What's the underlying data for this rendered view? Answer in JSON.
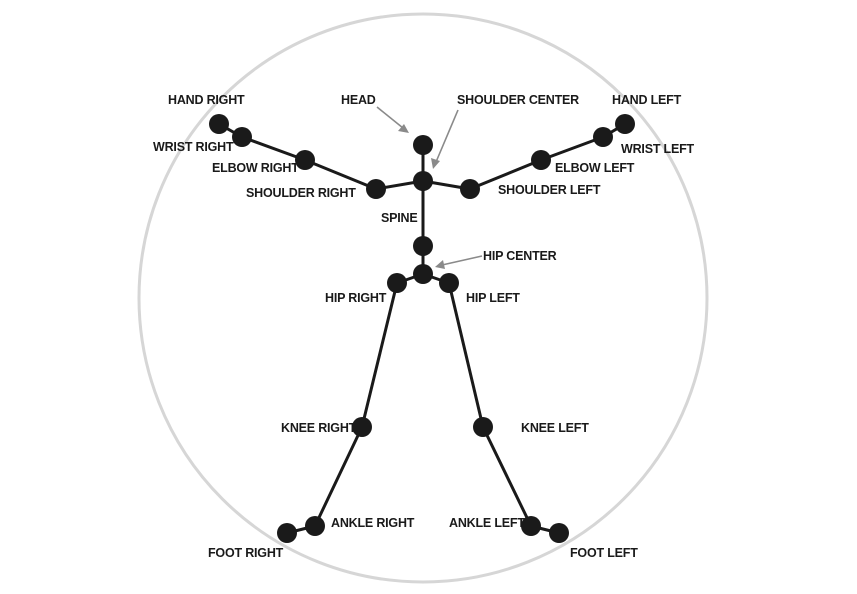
{
  "labels": {
    "head": "HEAD",
    "shoulder_center": "SHOULDER CENTER",
    "hand_right": "HAND RIGHT",
    "hand_left": "HAND LEFT",
    "wrist_right": "WRIST RIGHT",
    "wrist_left": "WRIST LEFT",
    "elbow_right": "ELBOW RIGHT",
    "elbow_left": "ELBOW LEFT",
    "shoulder_right": "SHOULDER RIGHT",
    "shoulder_left": "SHOULDER LEFT",
    "spine": "SPINE",
    "hip_center": "HIP CENTER",
    "hip_right": "HIP RIGHT",
    "hip_left": "HIP LEFT",
    "knee_right": "KNEE RIGHT",
    "knee_left": "KNEE LEFT",
    "ankle_right": "ANKLE RIGHT",
    "ankle_left": "ANKLE LEFT",
    "foot_right": "FOOT RIGHT",
    "foot_left": "FOOT LEFT"
  },
  "colors": {
    "joint": "#1a1a1a",
    "bone": "#1a1a1a",
    "circle": "#d6d6d6",
    "arrow": "#8a8a8a"
  }
}
